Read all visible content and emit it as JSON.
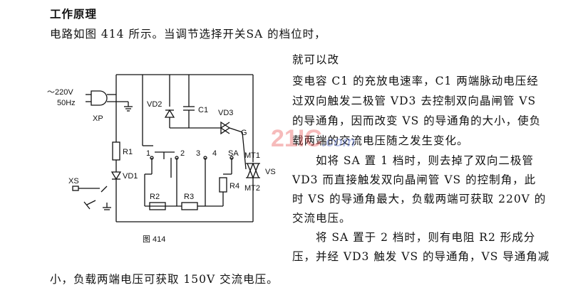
{
  "title": "工作原理",
  "intro": "电路如图 414 所示。当调节选择开关SA 的档位时，",
  "right_lines": [
    "就可以改",
    "变电容 C1 的充放电速率，C1 两端脉动电压经",
    "过双向触发二极管 VD3 去控制双向晶闸管 VS",
    "的导通角，因而改变 VS 的导通角的大小，使负",
    "载两端的交流电压随之发生变化。",
    "　　如将 SA 置 1 档时，则去掉了双向二极管",
    "VD3 而直接触发双向晶闸管 VS 的控制角，此",
    "时 VS 的导通角最大，负载两端可获取 220V 的",
    "交流电压。",
    "　　将 SA 置于 2 档时，则有电阻 R2 形成分",
    "压，并经 VD3 触发 VS 的导通角，VS 导通角减"
  ],
  "bottom_line": "小，负载两端电压可获取 150V 交流电压。",
  "figure": {
    "caption": "图 414",
    "labels": {
      "supply_v": "～220V",
      "supply_f": "50Hz",
      "xp": "XP",
      "vd2": "VD2",
      "c1": "C1",
      "vd3": "VD3",
      "g": "G",
      "r1": "R1",
      "vd1": "VD1",
      "xs": "XS",
      "sa": "SA",
      "p1": "1",
      "p2": "2",
      "p3": "3",
      "p4": "4",
      "mt1": "MT1",
      "mt2": "MT2",
      "vs": "VS",
      "r2": "R2",
      "r3": "R3",
      "r4": "R4"
    }
  },
  "watermark": {
    "main": "21IC",
    "sub": ".com"
  }
}
